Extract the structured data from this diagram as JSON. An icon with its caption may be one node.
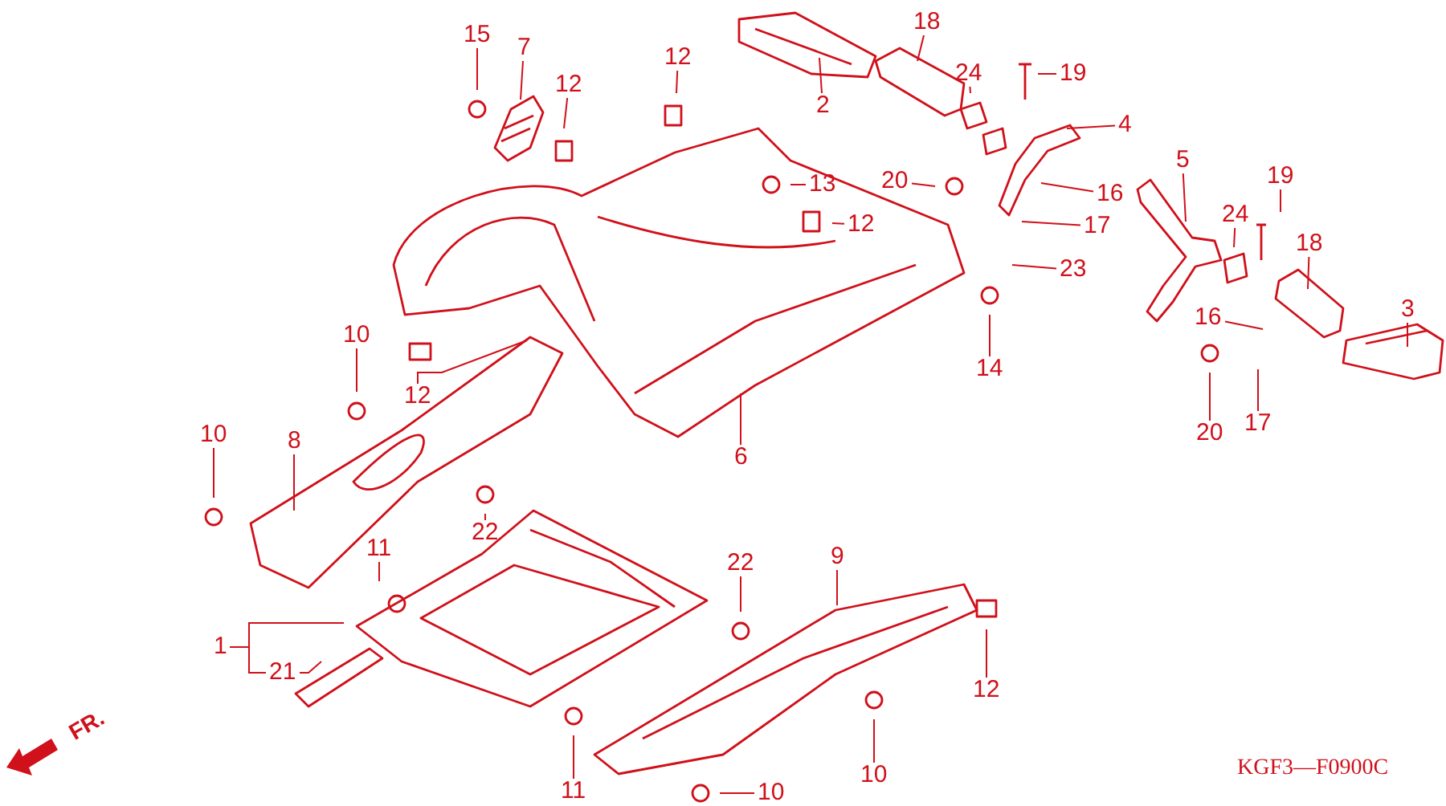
{
  "diagram": {
    "nodes": [
      {
        "text": [
          "15"
        ]
      },
      {
        "text": [
          "7"
        ]
      },
      {
        "text": [
          "12"
        ]
      },
      {
        "text": [
          "12"
        ]
      },
      {
        "text": [
          "18"
        ]
      },
      {
        "text": [
          "2"
        ]
      },
      {
        "text": [
          "24"
        ]
      },
      {
        "text": [
          "19"
        ]
      },
      {
        "text": [
          "4"
        ]
      },
      {
        "text": [
          "5"
        ]
      },
      {
        "text": [
          "20"
        ]
      },
      {
        "text": [
          "13"
        ]
      },
      {
        "text": [
          "16"
        ]
      },
      {
        "text": [
          "12"
        ]
      },
      {
        "text": [
          "17"
        ]
      },
      {
        "text": [
          "24"
        ]
      },
      {
        "text": [
          "19"
        ]
      },
      {
        "text": [
          "23"
        ]
      },
      {
        "text": [
          "18"
        ]
      },
      {
        "text": [
          "3"
        ]
      },
      {
        "text": [
          "16"
        ]
      },
      {
        "text": [
          "10"
        ]
      },
      {
        "text": [
          "12"
        ]
      },
      {
        "text": [
          "14"
        ]
      },
      {
        "text": [
          "10"
        ]
      },
      {
        "text": [
          "8"
        ]
      },
      {
        "text": [
          "20"
        ]
      },
      {
        "text": [
          "17"
        ]
      },
      {
        "text": [
          "6"
        ]
      },
      {
        "text": [
          "22"
        ]
      },
      {
        "text": [
          "9"
        ]
      },
      {
        "text": [
          "22"
        ]
      },
      {
        "text": [
          "11"
        ]
      },
      {
        "text": [
          "1"
        ]
      },
      {
        "text": [
          "21"
        ]
      },
      {
        "text": [
          "12"
        ]
      },
      {
        "text": [
          "11"
        ]
      },
      {
        "text": [
          "10"
        ]
      },
      {
        "text": [
          "10"
        ]
      }
    ],
    "edges": [
      {
        "from": 0,
        "to": null,
        "arrow": "none"
      },
      {
        "from": 1,
        "to": null,
        "arrow": "none"
      },
      {
        "from": 2,
        "to": null,
        "arrow": "none"
      },
      {
        "from": 3,
        "to": null,
        "arrow": "none"
      },
      {
        "from": 4,
        "to": null,
        "arrow": "none"
      },
      {
        "from": 5,
        "to": null,
        "arrow": "none"
      },
      {
        "from": 6,
        "to": null,
        "arrow": "none"
      },
      {
        "from": 7,
        "to": null,
        "arrow": "none"
      },
      {
        "from": 8,
        "to": null,
        "arrow": "none"
      },
      {
        "from": 9,
        "to": null,
        "arrow": "none"
      },
      {
        "from": 10,
        "to": null,
        "arrow": "none"
      },
      {
        "from": 11,
        "to": null,
        "arrow": "none"
      },
      {
        "from": 12,
        "to": null,
        "arrow": "none"
      },
      {
        "from": 13,
        "to": null,
        "arrow": "none"
      },
      {
        "from": 14,
        "to": null,
        "arrow": "none"
      },
      {
        "from": 15,
        "to": null,
        "arrow": "none"
      },
      {
        "from": 16,
        "to": null,
        "arrow": "none"
      },
      {
        "from": 17,
        "to": null,
        "arrow": "none"
      },
      {
        "from": 18,
        "to": null,
        "arrow": "none"
      },
      {
        "from": 19,
        "to": null,
        "arrow": "none"
      },
      {
        "from": 20,
        "to": null,
        "arrow": "none"
      },
      {
        "from": 21,
        "to": null,
        "arrow": "none"
      },
      {
        "from": 22,
        "to": null,
        "arrow": "none"
      },
      {
        "from": 23,
        "to": null,
        "arrow": "none"
      },
      {
        "from": 24,
        "to": null,
        "arrow": "none"
      },
      {
        "from": 25,
        "to": null,
        "arrow": "none"
      },
      {
        "from": 26,
        "to": null,
        "arrow": "none"
      },
      {
        "from": 27,
        "to": null,
        "arrow": "none"
      },
      {
        "from": 28,
        "to": null,
        "arrow": "none"
      },
      {
        "from": 29,
        "to": null,
        "arrow": "none"
      },
      {
        "from": 30,
        "to": null,
        "arrow": "none"
      },
      {
        "from": 31,
        "to": null,
        "arrow": "none"
      },
      {
        "from": 32,
        "to": null,
        "arrow": "none"
      },
      {
        "from": 33,
        "to": null,
        "arrow": "none"
      },
      {
        "from": 33,
        "to": 34,
        "arrow": "none"
      },
      {
        "from": 34,
        "to": null,
        "arrow": "none"
      },
      {
        "from": 35,
        "to": null,
        "arrow": "none"
      },
      {
        "from": 36,
        "to": null,
        "arrow": "none"
      },
      {
        "from": 37,
        "to": null,
        "arrow": "none"
      },
      {
        "from": 38,
        "to": null,
        "arrow": "none"
      }
    ],
    "labels": [
      "FR.",
      "KGF3—F0900C"
    ]
  }
}
